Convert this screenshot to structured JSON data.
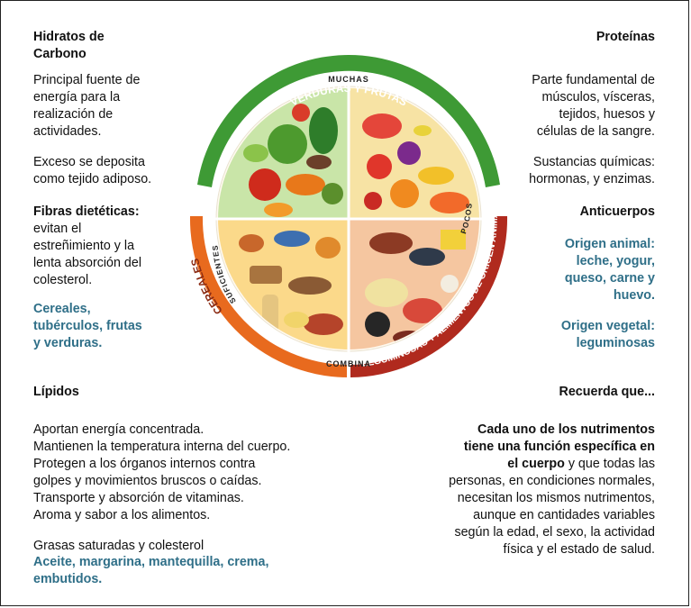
{
  "colors": {
    "plate_green": "#3e9a35",
    "plate_orange": "#e86a1e",
    "plate_red": "#b02a1e",
    "teal_text": "#2f6f88"
  },
  "left": {
    "carbs": {
      "heading_1": "Hidratos de",
      "heading_2": "Carbono",
      "desc_lines": [
        "Principal fuente de",
        "energía para la",
        "realización de",
        "actividades."
      ],
      "excess_lines": [
        "Exceso se deposita",
        "como tejido adiposo."
      ]
    },
    "fiber": {
      "heading": "Fibras dietéticas:",
      "lines": [
        "evitan el",
        "estreñimiento y la",
        "lenta absorción del",
        "colesterol."
      ],
      "sources_lines": [
        "Cereales,",
        "tubérculos, frutas",
        "y verduras."
      ]
    },
    "lipids": {
      "heading": "Lípidos",
      "lines": [
        "Aportan energía concentrada.",
        "Mantienen la temperatura interna del cuerpo.",
        "Protegen a los órganos internos contra",
        "golpes y movimientos bruscos o caídas.",
        "Transporte y absorción de vitaminas.",
        "Aroma y sabor a los alimentos."
      ],
      "fats_line": "Grasas saturadas y colesterol",
      "sources_lines": [
        "Aceite, margarina, mantequilla, crema,",
        "embutidos."
      ]
    }
  },
  "right": {
    "proteins": {
      "heading": "Proteínas",
      "lines": [
        "Parte fundamental de",
        "músculos, vísceras,",
        "tejidos, huesos y",
        "células de la sangre."
      ],
      "chem_lines": [
        "Sustancias químicas:",
        "hormonas, y enzimas."
      ]
    },
    "antibodies": {
      "heading": "Anticuerpos",
      "animal_lines": [
        "Origen animal:",
        "leche, yogur,",
        "queso, carne y",
        "huevo."
      ],
      "vegetal_lines": [
        "Origen vegetal:",
        "leguminosas"
      ]
    },
    "remember": {
      "heading": "Recuerda que...",
      "bold_lines": [
        "Cada uno de los nutrimentos",
        "tiene una función específica en"
      ],
      "mixed_bold": "el cuerpo",
      "mixed_rest": " y que todas las",
      "lines": [
        "personas, en condiciones normales,",
        "necesitan los mismos nutrimentos,",
        "aunque en cantidades variables",
        "según la edad, el sexo, la actividad",
        "física y el estado de salud."
      ]
    }
  },
  "plate": {
    "arc_veg": "VERDURAS Y FRUTAS",
    "muchas": "MUCHAS",
    "arc_cereal": "CEREALES",
    "suficientes": "SUFICIENTES",
    "arc_animal": "LEGUMINOSAS Y ALIMENTOS DE ORIGEN ANIMAL",
    "pocos": "POCOS",
    "combina": "COMBINA"
  }
}
